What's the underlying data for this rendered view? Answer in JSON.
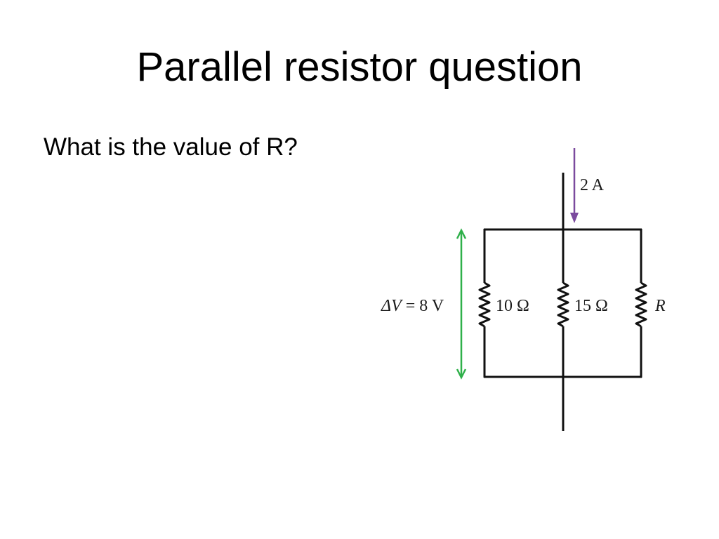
{
  "slide": {
    "title": "Parallel resistor question",
    "question": "What is the value of R?"
  },
  "circuit": {
    "current_label": "2 A",
    "voltage_label_prefix": "ΔV",
    "voltage_label_suffix": " = 8 V",
    "resistors": [
      {
        "label": "10 Ω",
        "italic": false
      },
      {
        "label": "15 Ω",
        "italic": false
      },
      {
        "label": "R",
        "italic": true
      }
    ],
    "colors": {
      "wire": "#111111",
      "current_arrow": "#7b4a9e",
      "voltage_arrow": "#2fb04a"
    }
  }
}
